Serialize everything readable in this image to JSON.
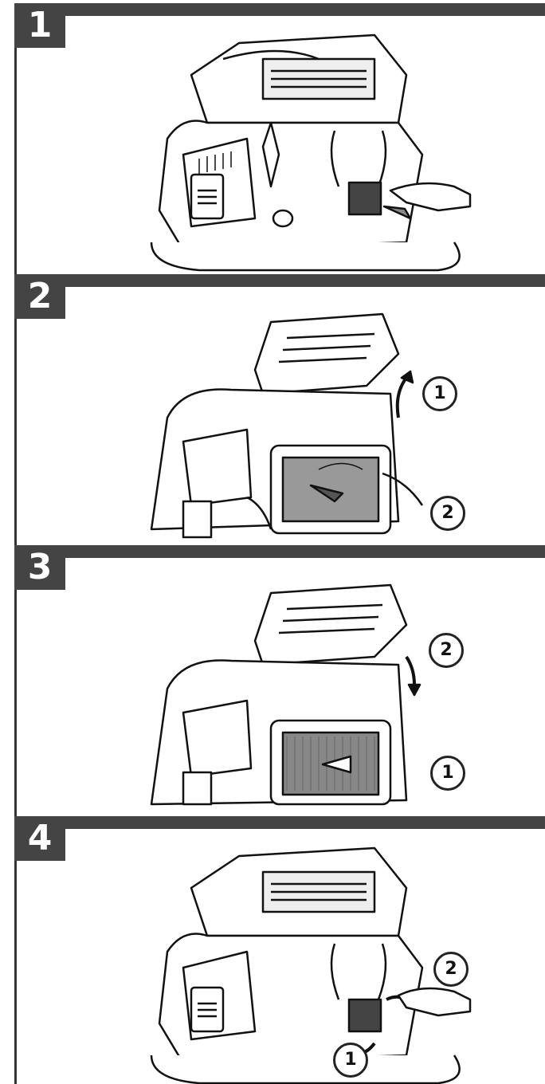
{
  "steps": [
    {
      "number": "1",
      "callouts": []
    },
    {
      "number": "2",
      "callouts": [
        "1",
        "2"
      ]
    },
    {
      "number": "3",
      "callouts": [
        "2",
        "1"
      ]
    },
    {
      "number": "4",
      "callouts": [
        "2",
        "1"
      ]
    }
  ]
}
